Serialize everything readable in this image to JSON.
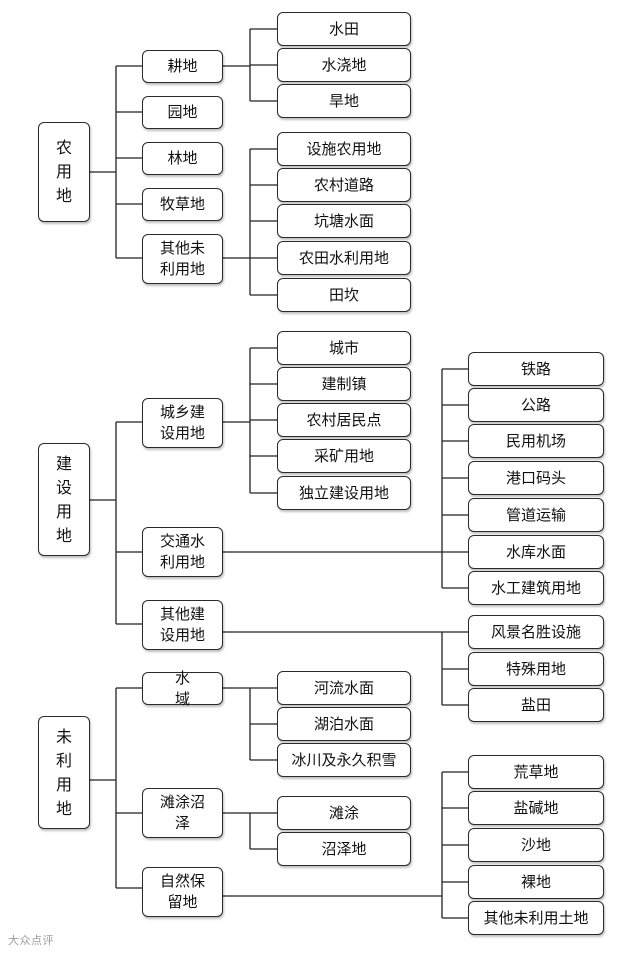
{
  "categories": {
    "agri": "农用地",
    "build": "建设用地",
    "unused": "未利用地"
  },
  "agri": {
    "gengdi": "耕地",
    "yuandi": "园地",
    "lindi": "林地",
    "mucaodi": "牧草地",
    "qita": "其他未利用地",
    "gengdi_items": [
      "水田",
      "水浇地",
      "旱地"
    ],
    "qita_items": [
      "设施农用地",
      "农村道路",
      "坑塘水面",
      "农田水利用地",
      "田坎"
    ]
  },
  "build": {
    "chengxiang": "城乡建设用地",
    "jiaotong": "交通水利用地",
    "qita": "其他建设用地",
    "chengxiang_items": [
      "城市",
      "建制镇",
      "农村居民点",
      "采矿用地",
      "独立建设用地"
    ],
    "jiaotong_items": [
      "铁路",
      "公路",
      "民用机场",
      "港口码头",
      "管道运输",
      "水库水面",
      "水工建筑用地"
    ],
    "qita_items": [
      "风景名胜设施",
      "特殊用地",
      "盐田"
    ]
  },
  "unused": {
    "shuiyu": "水 域",
    "tantu": "滩涂沼泽",
    "ziran": "自然保留地",
    "shuiyu_items": [
      "河流水面",
      "湖泊水面",
      "冰川及永久积雪"
    ],
    "tantu_items": [
      "滩涂",
      "沼泽地"
    ],
    "ziran_items": [
      "荒草地",
      "盐碱地",
      "沙地",
      "裸地",
      "其他未利用土地"
    ]
  },
  "watermark": "大众点评"
}
